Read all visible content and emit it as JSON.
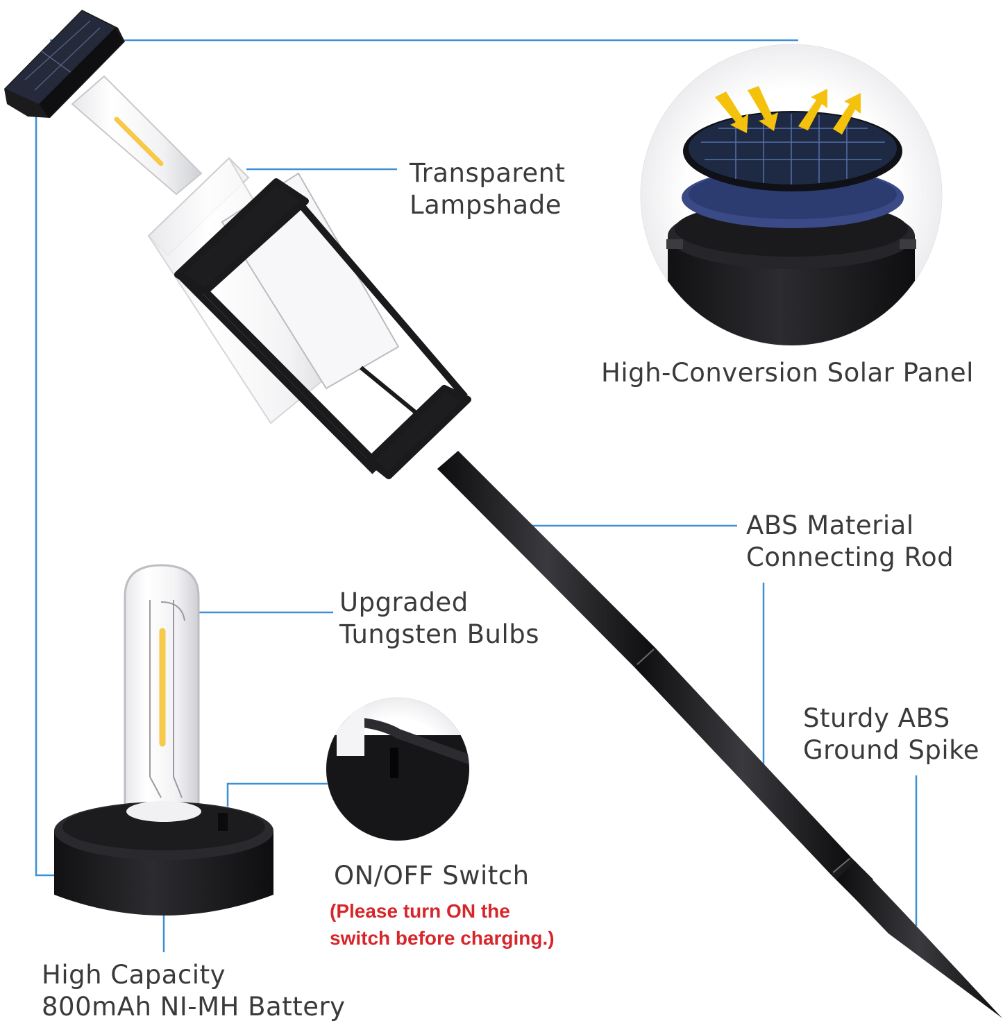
{
  "labels": {
    "lampshade": [
      "Transparent",
      "Lampshade"
    ],
    "solar_panel": "High-Conversion Solar Panel",
    "rod": [
      "ABS Material",
      "Connecting Rod"
    ],
    "bulbs": [
      "Upgraded",
      "Tungsten Bulbs"
    ],
    "spike": [
      "Sturdy ABS",
      "Ground Spike"
    ],
    "switch": "ON/OFF Switch",
    "switch_note": [
      "(Please turn ON the",
      "switch before charging.)"
    ],
    "battery": [
      "High Capacity",
      "800mAh NI-MH Battery"
    ]
  },
  "colors": {
    "leader_line": "#3d8fd6",
    "note_text": "#d7262b",
    "label_text": "#3a3a3a",
    "product_black": "#1c1c1e",
    "filament": "#f6c94a"
  }
}
